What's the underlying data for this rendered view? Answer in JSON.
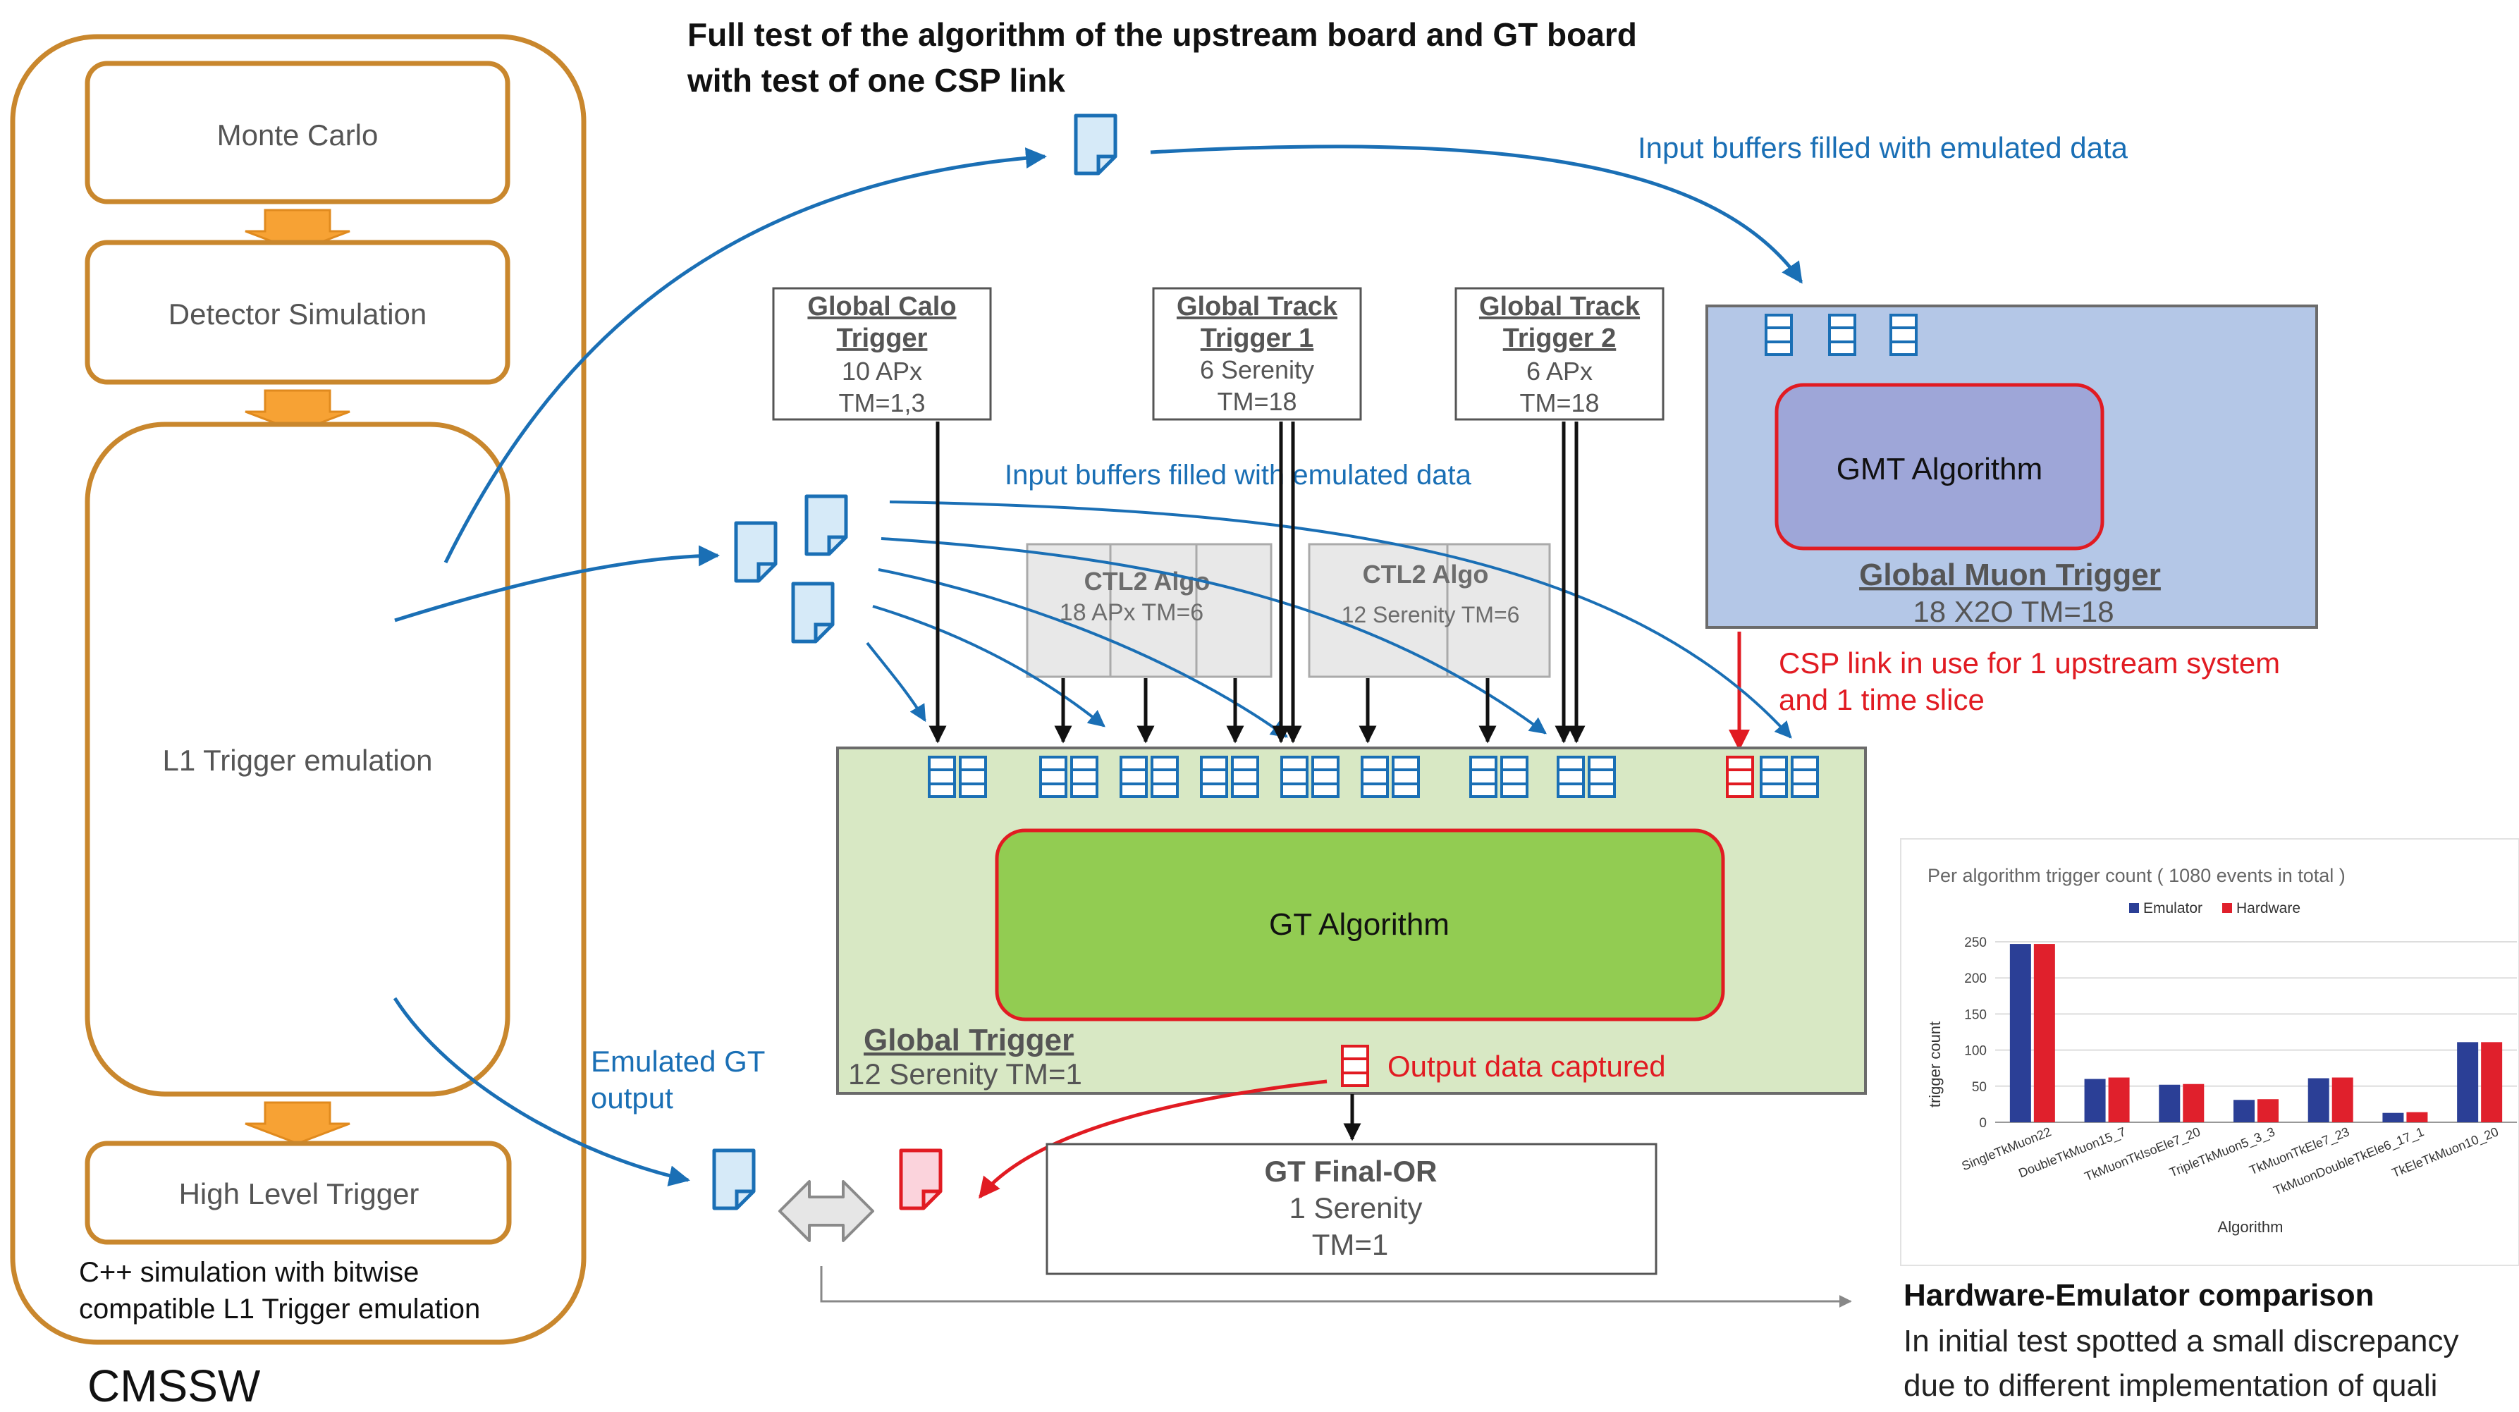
{
  "cmssw": {
    "monte_carlo": "Monte Carlo",
    "detector_simulation": "Detector Simulation",
    "l1_emulation": "L1 Trigger emulation",
    "hlt": "High Level Trigger",
    "cpp_note_line1": "C++ simulation with bitwise",
    "cpp_note_line2": "compatible L1 Trigger emulation",
    "label": "CMSSW"
  },
  "header": {
    "title_line1": "Full test of the algorithm of the upstream board and GT board",
    "title_line2": "with test of one CSP link"
  },
  "annotations": {
    "input_buffers_top": "Input buffers filled with emulated data",
    "input_buffers_mid": "Input buffers filled with emulated data",
    "csp_line1": "CSP link in use for 1 upstream system",
    "csp_line2": "and 1 time slice",
    "output_captured": "Output data captured",
    "emulated_gt_line1": "Emulated GT",
    "emulated_gt_line2": "output"
  },
  "upstream": [
    {
      "name_line1": "Global Calo",
      "name_line2": "Trigger",
      "boards": "10 APx",
      "tm": "TM=1,3"
    },
    {
      "name_line1": "Global Track",
      "name_line2": "Trigger 1",
      "boards": "6 Serenity",
      "tm": "TM=18"
    },
    {
      "name_line1": "Global Track",
      "name_line2": "Trigger 2",
      "boards": "6 APx",
      "tm": "TM=18"
    }
  ],
  "ctl2": [
    {
      "title": "CTL2 Algo",
      "sub": "18 APx  TM=6"
    },
    {
      "title": "CTL2 Algo",
      "sub": "12 Serenity TM=6"
    }
  ],
  "gmt": {
    "algorithm": "GMT Algorithm",
    "title": "Global Muon Trigger",
    "sub": "18 X2O TM=18"
  },
  "gt": {
    "algorithm": "GT Algorithm",
    "title": "Global Trigger",
    "sub": "12 Serenity TM=1"
  },
  "final_or": {
    "title": "GT Final-OR",
    "boards": "1 Serenity",
    "tm": "TM=1"
  },
  "comparison": {
    "title": "Hardware-Emulator comparison",
    "line1": "In initial test spotted a small discrepancy",
    "line2": "due to different implementation of quali"
  },
  "colors": {
    "cmssw_outline": "#c9872d",
    "arrow_orange": "#f7a234",
    "blue": "#1a6fb5",
    "red": "#e11b22",
    "gmt_fill": "#b4c7e7",
    "gmt_algo_fill": "#9ea6d8",
    "gt_fill": "#d8e8c4",
    "gt_algo_fill": "#92cc52",
    "emulator_bar": "#2b3f96",
    "hardware_bar": "#e0202c"
  },
  "chart_data": {
    "type": "bar",
    "title": "Per algorithm trigger count ( 1080 events in total )",
    "xlabel": "Algorithm",
    "ylabel": "trigger count",
    "ylim": [
      0,
      250
    ],
    "yticks": [
      0,
      50,
      100,
      150,
      200,
      250
    ],
    "legend_position": "top",
    "categories": [
      "SingleTkMuon22",
      "DoubleTkMuon15_7",
      "TkMuonTkIsoEle7_20",
      "TripleTkMuon5_3_3",
      "TkMuonTkEle7_23",
      "TkMuonDoubleTkEle6_17_1",
      "TkEleTkMuon10_20"
    ],
    "series": [
      {
        "name": "Emulator",
        "color": "#2b3f96",
        "values": [
          247,
          60,
          52,
          31,
          61,
          13,
          111
        ]
      },
      {
        "name": "Hardware",
        "color": "#e0202c",
        "values": [
          247,
          62,
          53,
          32,
          62,
          14,
          111
        ]
      }
    ]
  }
}
